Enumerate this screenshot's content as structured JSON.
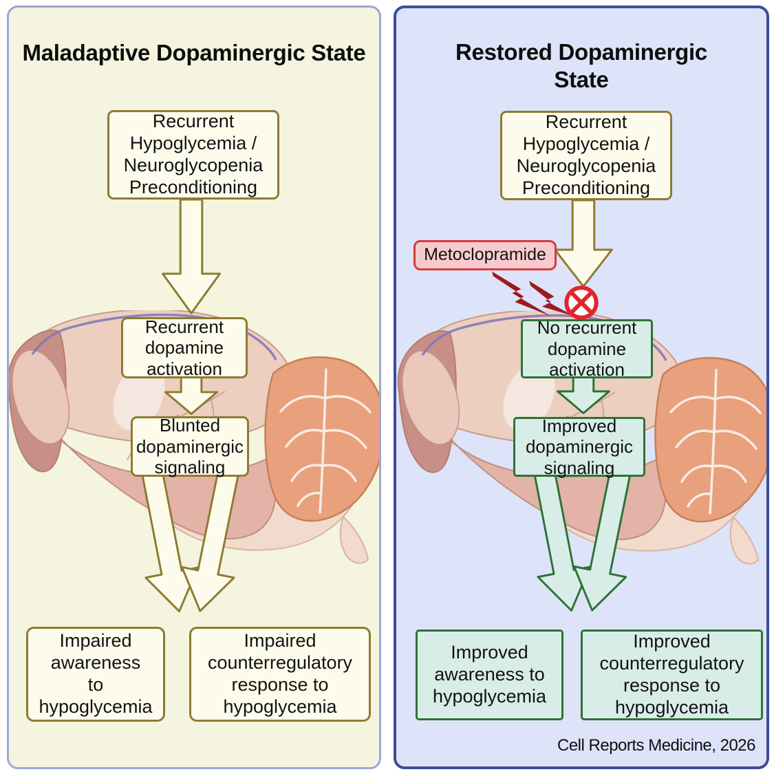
{
  "left": {
    "title": "Maladaptive Dopaminergic State",
    "box_precondition": "Recurrent\nHypoglycemia /\nNeuroglycopenia\nPreconditioning",
    "box_activation": "Recurrent\ndopamine\nactivation",
    "box_signaling": "Blunted\ndopaminergic\nsignaling",
    "box_awareness": "Impaired\nawareness\nto\nhypoglycemia",
    "box_counterregulatory": "Impaired\ncounterregulatory\nresponse to\nhypoglycemia"
  },
  "right": {
    "title": "Restored Dopaminergic\nState",
    "box_precondition": "Recurrent\nHypoglycemia /\nNeuroglycopenia\nPreconditioning",
    "drug_label": "Metoclopramide",
    "box_activation": "No recurrent\ndopamine\nactivation",
    "box_signaling": "Improved\ndopaminergic\nsignaling",
    "box_awareness": "Improved\nawareness to\nhypoglycemia",
    "box_counterregulatory": "Improved\ncounterregulatory\nresponse to\nhypoglycemia",
    "credit": "Cell Reports Medicine, 2026"
  },
  "colors": {
    "left_panel_bg": "#f4f4df",
    "left_panel_border": "#9aa8d4",
    "right_panel_bg": "#dde3f8",
    "right_panel_border": "#3d4d98",
    "flow_outline_olive": "#8d7b31",
    "flow_fill_cream": "#fdfcec",
    "flow_outline_green": "#2d7234",
    "flow_fill_mint": "#d9ede8",
    "drug_box_fill": "#f7cbce",
    "drug_box_border": "#d8393e",
    "lightning_red": "#9c1b20",
    "blocked_icon_red": "#e3242b"
  },
  "icons": {
    "blocked": "blocked-icon",
    "lightning": "lightning-bolt-icon",
    "brain": "brain-illustration"
  }
}
